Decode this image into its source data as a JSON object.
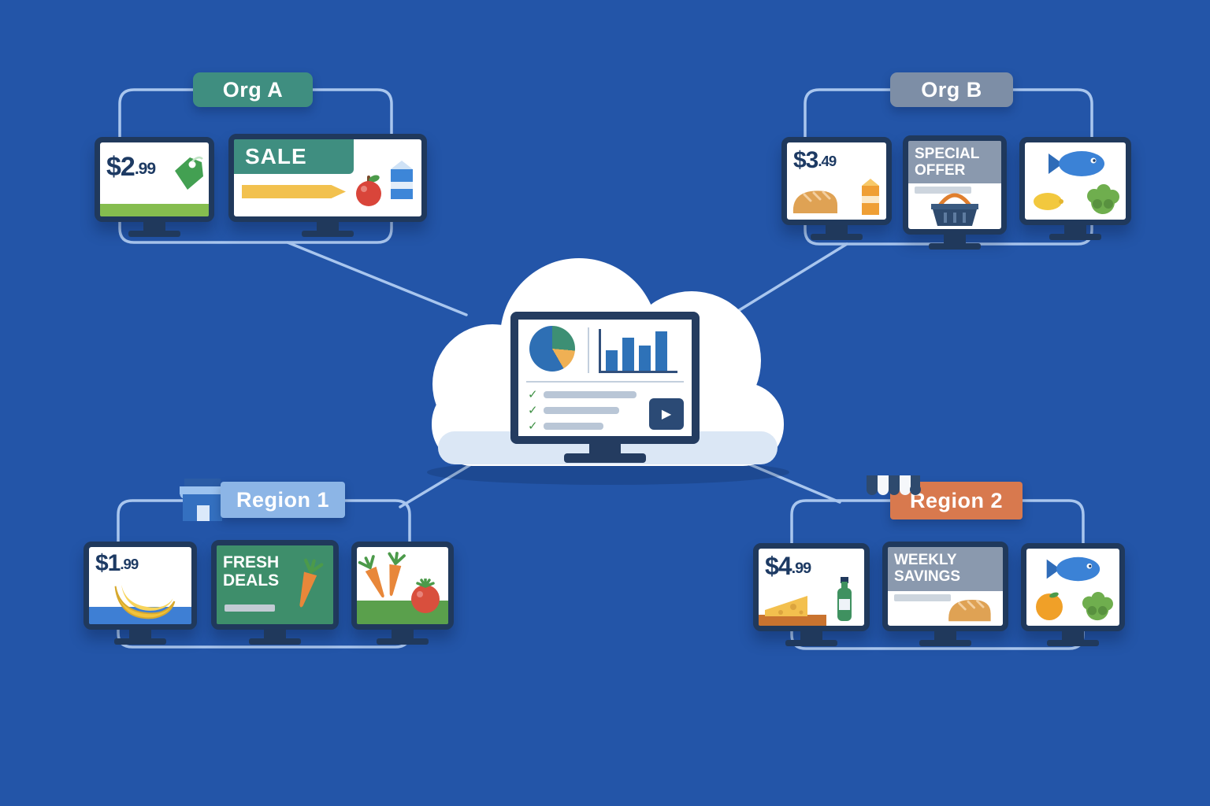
{
  "title": "Central signage cloud connected to Org A, Org B, Region 1 and Region 2 screen groups",
  "colors": {
    "background": "#2355a8",
    "connector": "#a9c6ee",
    "screen_frame": "#20395c",
    "price_text": "#1d3a63",
    "org_a_accent": "#3f8e80",
    "org_b_accent": "#7d8ea6",
    "region_1_accent": "#8cb5e6",
    "region_2_accent": "#d8794e"
  },
  "cloud_dashboard": {
    "play_glyph": "▶",
    "check_glyph": "✓",
    "pie_colors": [
      "#2e6fb4",
      "#3d8f74",
      "#efb054"
    ],
    "bar_chart_bars": 4
  },
  "groups": {
    "org_a": {
      "label": "Org A",
      "price_screen": {
        "amount_main": "$2",
        "amount_frac": ".99"
      },
      "promo_screen": {
        "text": "SALE"
      },
      "icons": [
        "price-tag",
        "apple",
        "milk-carton"
      ]
    },
    "org_b": {
      "label": "Org B",
      "price_screen": {
        "amount_main": "$3",
        "amount_frac": ".49"
      },
      "promo_screen": {
        "line1": "SPECIAL",
        "line2": "OFFER"
      },
      "icons": [
        "bread",
        "juice-carton",
        "shopping-basket",
        "fish",
        "lemon",
        "lettuce"
      ]
    },
    "region_1": {
      "label": "Region 1",
      "price_screen": {
        "amount_main": "$1",
        "amount_frac": ".99"
      },
      "promo_screen": {
        "line1": "FRESH",
        "line2": "DEALS"
      },
      "icons": [
        "store",
        "banana",
        "carrot",
        "tomato"
      ]
    },
    "region_2": {
      "label": "Region 2",
      "price_screen": {
        "amount_main": "$4",
        "amount_frac": ".99"
      },
      "promo_screen": {
        "line1": "WEEKLY",
        "line2": "SAVINGS"
      },
      "icons": [
        "awning",
        "cheese",
        "bottle",
        "bread",
        "fish",
        "orange",
        "lettuce"
      ]
    }
  }
}
